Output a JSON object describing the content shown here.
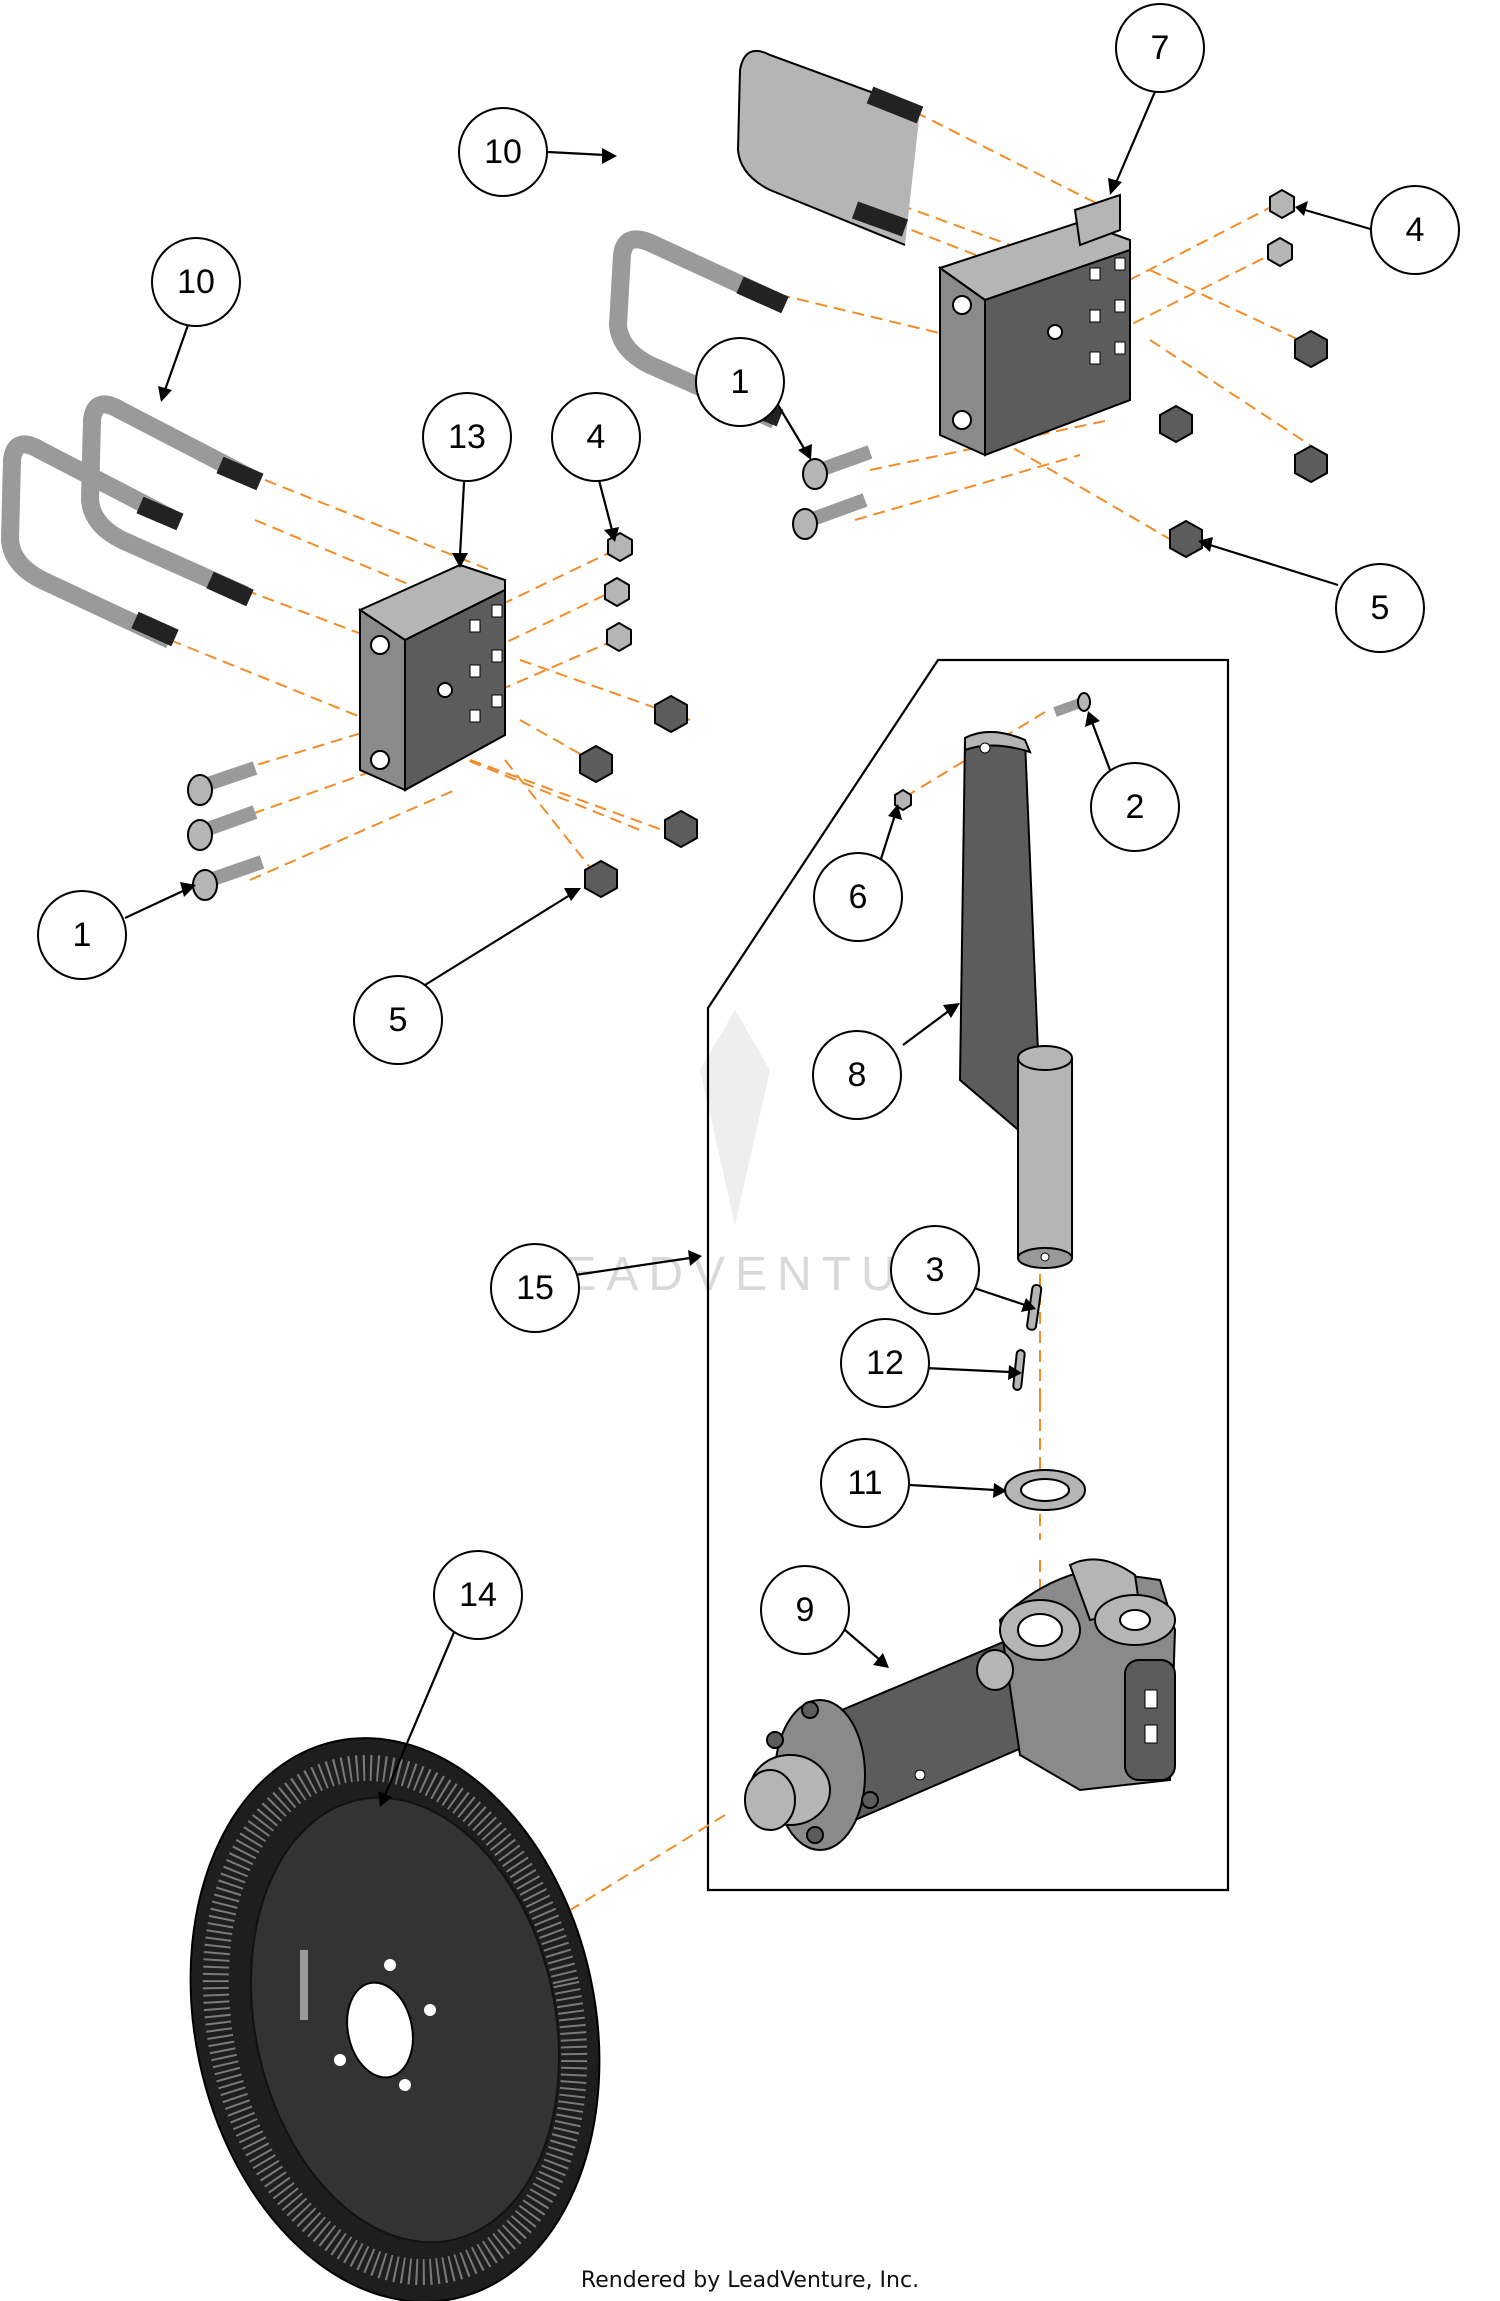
{
  "watermark": "LEADVENTURE",
  "footer": {
    "credit": "Rendered by LeadVenture, Inc."
  },
  "callouts": [
    "7",
    "10",
    "4",
    "1",
    "5",
    "10",
    "13",
    "4",
    "1",
    "5",
    "2",
    "6",
    "8",
    "15",
    "3",
    "12",
    "11",
    "9",
    "14"
  ],
  "colors": {
    "leader": "#000000",
    "dashed_guide": "#f28c28",
    "parts": "#8a8a8a",
    "background": "#ffffff"
  }
}
